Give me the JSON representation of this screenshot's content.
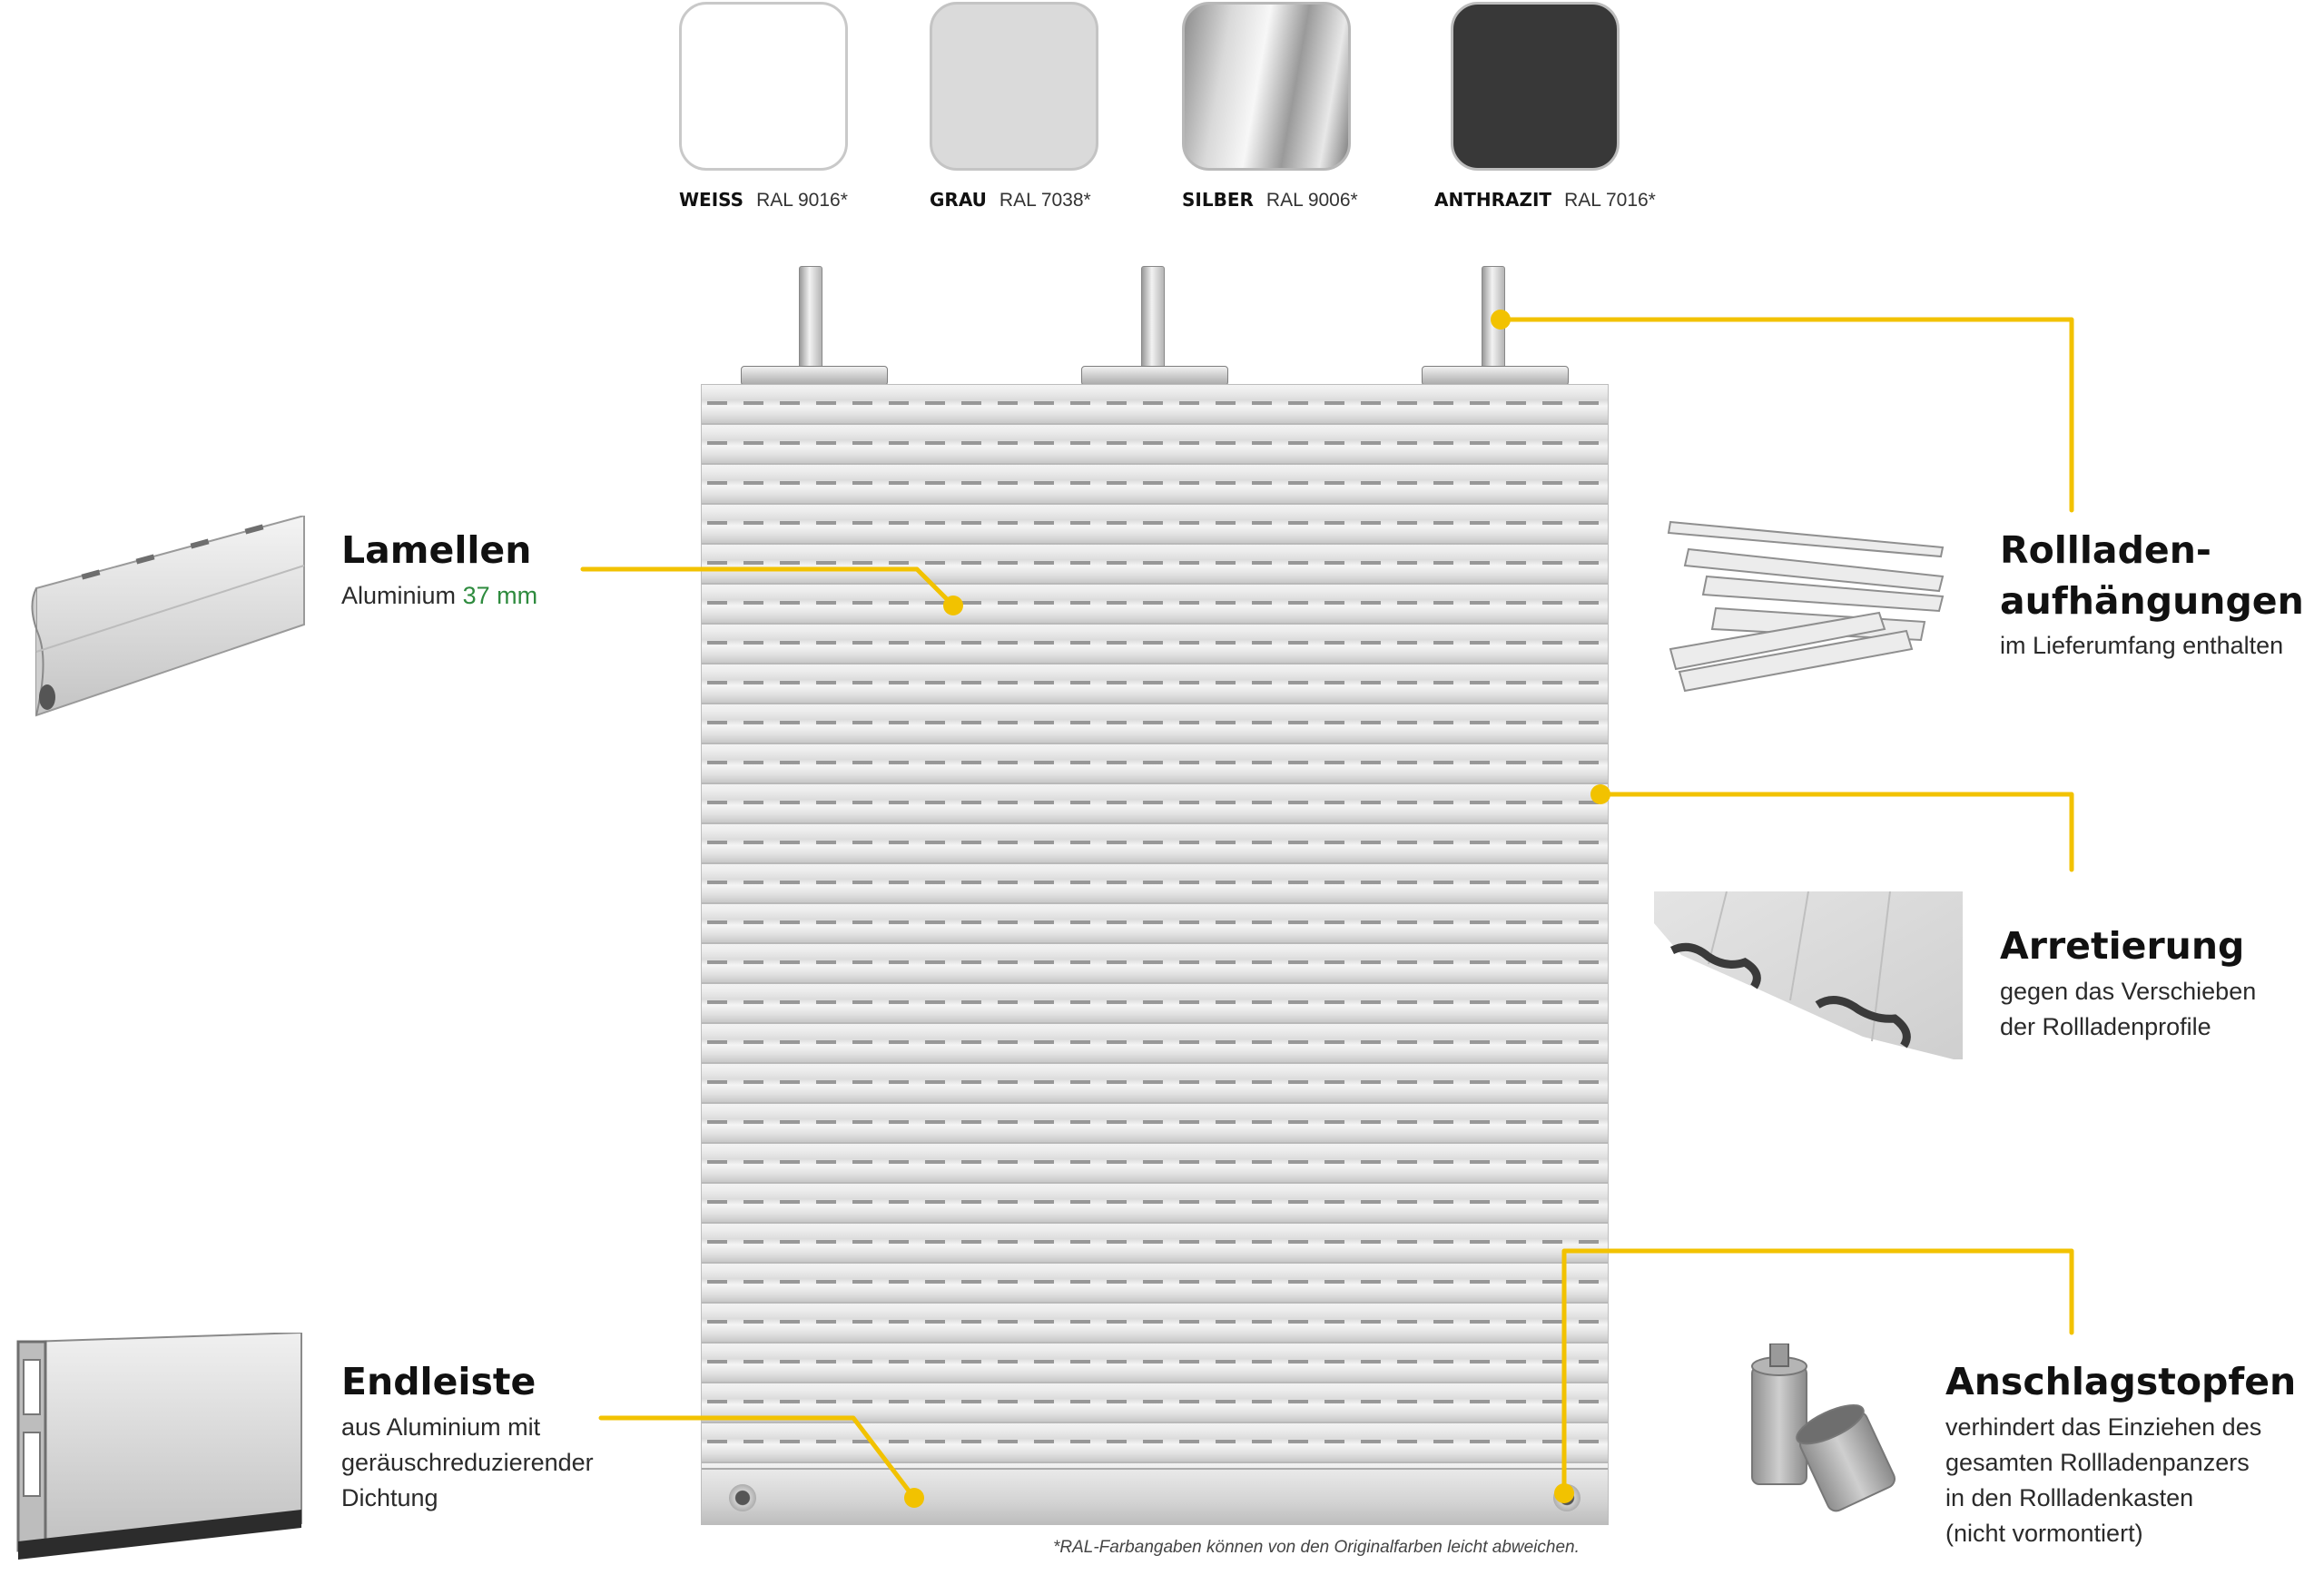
{
  "colors": [
    {
      "name": "WEISS",
      "code": "RAL 9016*",
      "fill": "#ffffff"
    },
    {
      "name": "GRAU",
      "code": "RAL 7038*",
      "fill": "#dadada"
    },
    {
      "name": "SILBER",
      "code": "RAL 9006*",
      "fill": "silver-gradient"
    },
    {
      "name": "ANTHRAZIT",
      "code": "RAL 7016*",
      "fill": "#383838"
    }
  ],
  "accent_color": "#f2c200",
  "labels": {
    "lamellen": {
      "title": "Lamellen",
      "desc_prefix": "Aluminium",
      "desc_value": "37 mm"
    },
    "aufhaengungen": {
      "title_line1": "Rollladen-",
      "title_line2": "aufhängungen",
      "desc": "im Lieferumfang enthalten"
    },
    "arretierung": {
      "title": "Arretierung",
      "desc_line1": "gegen das Verschieben",
      "desc_line2": "der Rollladenprofile"
    },
    "endleiste": {
      "title": "Endleiste",
      "desc_line1": "aus Aluminium mit",
      "desc_line2": "geräuschreduzierender",
      "desc_line3": "Dichtung"
    },
    "anschlagstopfen": {
      "title": "Anschlagstopfen",
      "desc_line1": "verhindert das Einziehen des",
      "desc_line2": "gesamten Rollladenpanzers",
      "desc_line3": "in den Rollladenkasten",
      "desc_line4": "(nicht vormontiert)"
    }
  },
  "footnote": "*RAL-Farbangaben können von den Originalfarben leicht abweichen.",
  "icons": [
    "lamelle-profile-icon",
    "hanger-bundle-icon",
    "arretierung-detail-icon",
    "endleiste-profile-icon",
    "stopper-icon"
  ]
}
